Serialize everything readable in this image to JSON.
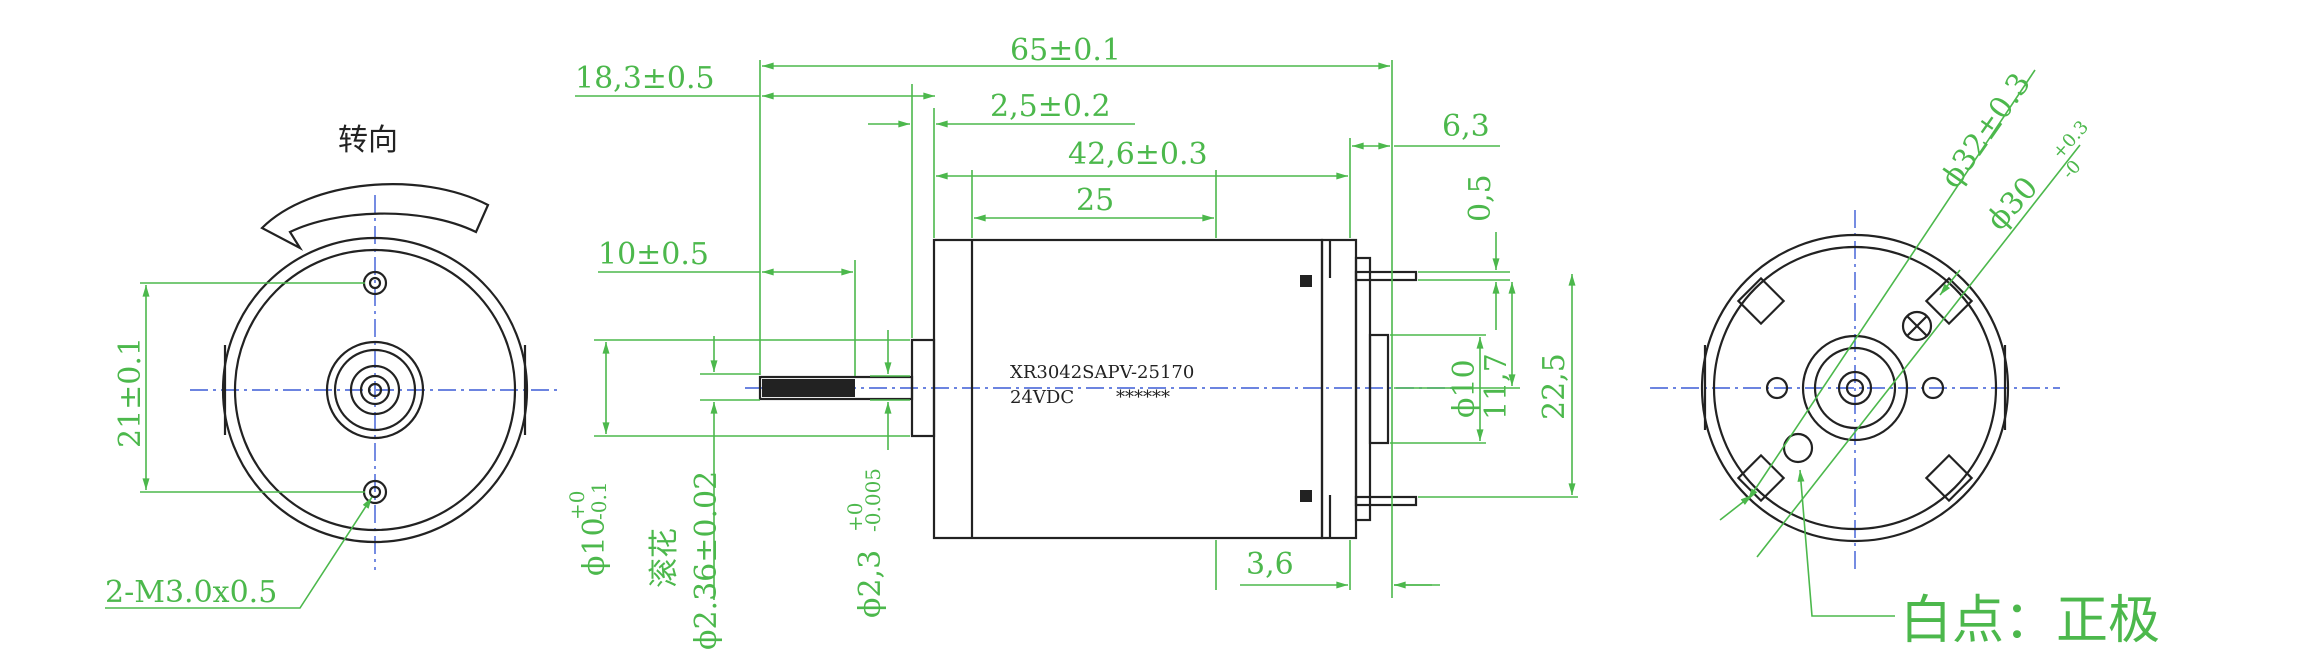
{
  "colors": {
    "dimension": "#4cb84c",
    "outline": "#222222",
    "centerline": "#3b5bd6"
  },
  "left_view": {
    "rotation_label": "转向",
    "hole_spacing": "21±0.1",
    "thread_note": "2-M3.0x0.5"
  },
  "side_view": {
    "overall_length": "65±0.1",
    "shaft_extension": "18,3±0.5",
    "boss_length": "2,5±0.2",
    "body_length": "42,6±0.3",
    "label_length": "25",
    "knurl_length": "10±0.5",
    "terminal_length": "6,3",
    "terminal_thickness": "0,5",
    "rear_bearing_dia": "ϕ10",
    "terminal_height": "11,7",
    "terminal_span": "22,5",
    "terminal_offset": "3,6",
    "motor_model": "XR3042SAPV-25170",
    "voltage": "24VDC",
    "serial": "******",
    "boss_dia": "ϕ10",
    "boss_dia_tol_upper": "+0",
    "boss_dia_tol_lower": "-0.1",
    "knurl_label": "滚花",
    "knurl_dia": "ϕ2.36±0.02",
    "shaft_dia": "ϕ2,3",
    "shaft_dia_tol_upper": "+0",
    "shaft_dia_tol_lower": "-0.005"
  },
  "right_view": {
    "outer_dia": "ϕ32±0.3",
    "mount_dia": "ϕ30",
    "mount_dia_tol_upper": "+0.3",
    "mount_dia_tol_lower": "-0",
    "polarity_note": "白点：正极"
  }
}
